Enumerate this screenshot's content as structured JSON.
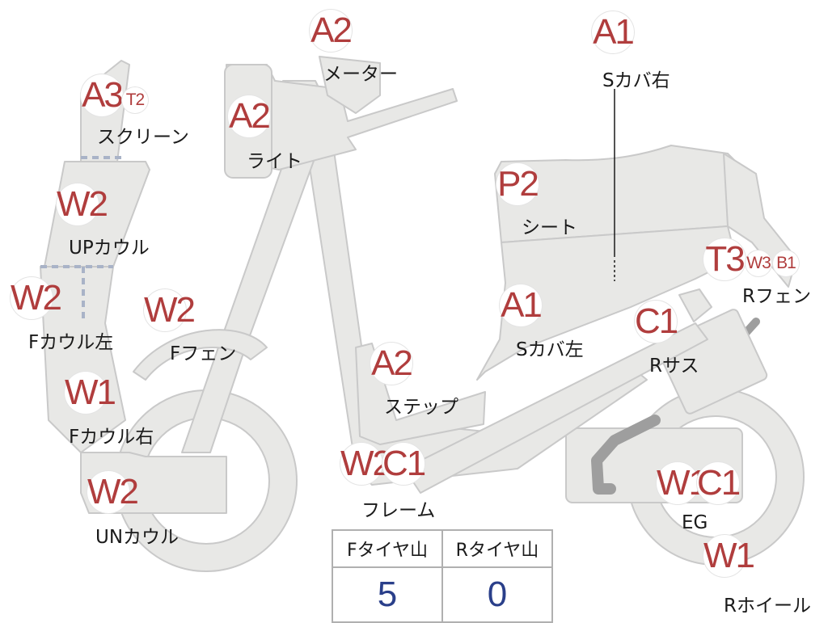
{
  "parts": [
    {
      "key": "screen",
      "badges": [
        "A3",
        "T2"
      ],
      "label": "スクリーン"
    },
    {
      "key": "up_cowl",
      "badges": [
        "W2"
      ],
      "label": "UPカウル"
    },
    {
      "key": "f_cowl_l",
      "badges": [
        "W2"
      ],
      "label": "Fカウル左"
    },
    {
      "key": "f_cowl_r",
      "badges": [
        "W1"
      ],
      "label": "Fカウル右"
    },
    {
      "key": "un_cowl",
      "badges": [
        "W2"
      ],
      "label": "UNカウル"
    },
    {
      "key": "f_fender",
      "badges": [
        "W2"
      ],
      "label": "Fフェン"
    },
    {
      "key": "light",
      "badges": [
        "A2"
      ],
      "label": "ライト"
    },
    {
      "key": "meter",
      "badges": [
        "A2"
      ],
      "label": "メーター"
    },
    {
      "key": "s_cover_r",
      "badges": [
        "A1"
      ],
      "label": "Sカバ右"
    },
    {
      "key": "seat",
      "badges": [
        "P2"
      ],
      "label": "シート"
    },
    {
      "key": "r_fender",
      "badges": [
        "T3",
        "W3",
        "B1"
      ],
      "label": "Rフェン"
    },
    {
      "key": "s_cover_l",
      "badges": [
        "A1"
      ],
      "label": "Sカバ左"
    },
    {
      "key": "r_sus",
      "badges": [
        "C1"
      ],
      "label": "Rサス"
    },
    {
      "key": "step",
      "badges": [
        "A2"
      ],
      "label": "ステップ"
    },
    {
      "key": "frame",
      "badges": [
        "W2",
        "C1"
      ],
      "label": "フレーム"
    },
    {
      "key": "eg",
      "badges": [
        "W1",
        "C1"
      ],
      "label": "EG"
    },
    {
      "key": "r_wheel",
      "badges": [
        "W1"
      ],
      "label": "Rホイール"
    }
  ],
  "tires": {
    "headers": [
      "Fタイヤ山",
      "Rタイヤ山"
    ],
    "values": [
      "5",
      "0"
    ]
  },
  "colors": {
    "body": "#e8e8e6",
    "outline": "#c7c7c7",
    "badge_text": "#b03d3d",
    "value_text": "#2a3f8a"
  }
}
